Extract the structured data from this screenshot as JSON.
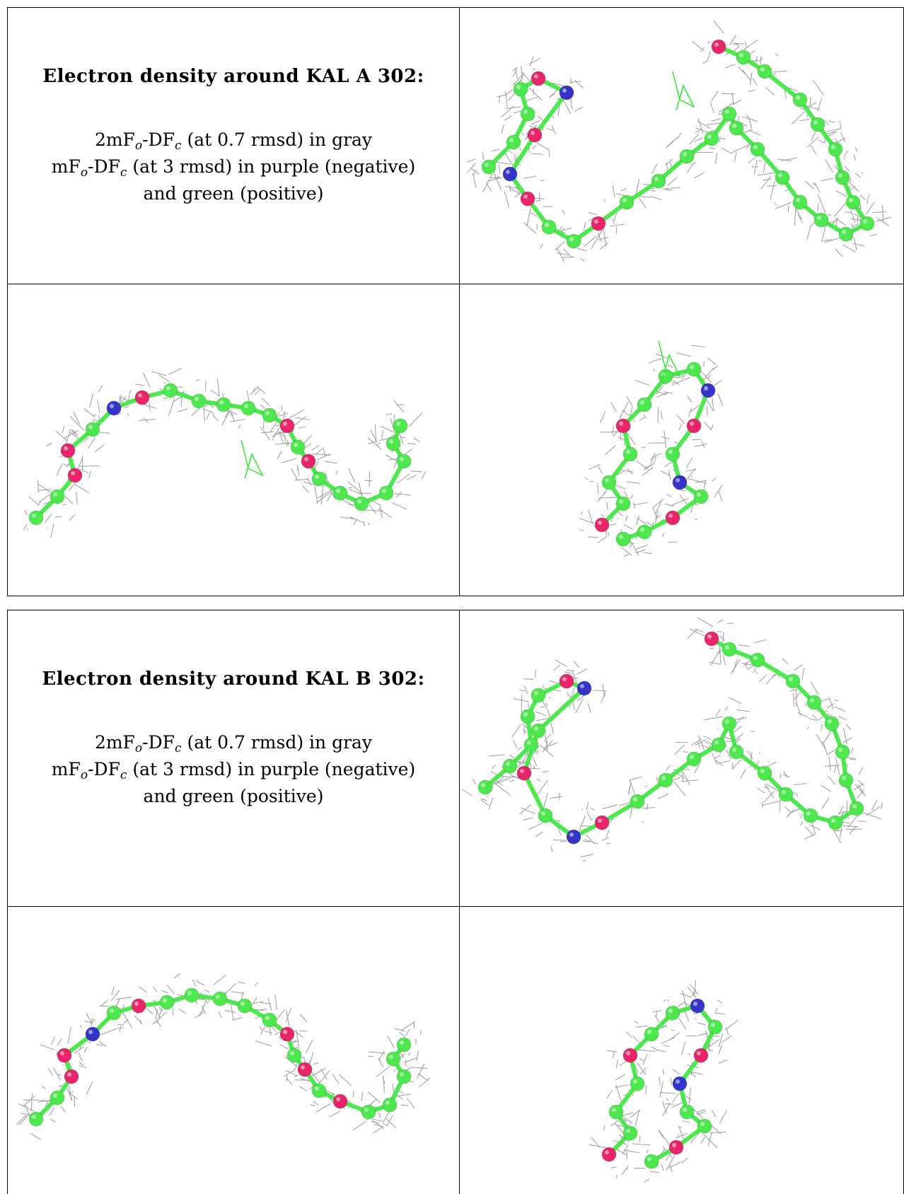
{
  "panels": [
    {
      "title": "Electron density around KAL A 302:",
      "legend": [
        {
          "pre": "2mF",
          "s1": "o",
          "mid": "-DF",
          "s2": "c",
          "post": " (at 0.7 rmsd) in gray"
        },
        {
          "pre": "mF",
          "s1": "o",
          "mid": "-DF",
          "s2": "c",
          "post": " (at 3 rmsd) in purple (negative)"
        },
        {
          "plain": "and green (positive)"
        }
      ]
    },
    {
      "title": "Electron density around KAL B 302:",
      "legend": [
        {
          "pre": "2mF",
          "s1": "o",
          "mid": "-DF",
          "s2": "c",
          "post": " (at 0.7 rmsd) in gray"
        },
        {
          "pre": "mF",
          "s1": "o",
          "mid": "-DF",
          "s2": "c",
          "post": " (at 3 rmsd) in purple (negative)"
        },
        {
          "plain": "and green (positive)"
        }
      ]
    }
  ],
  "colors": {
    "carbon": "#4de84d",
    "oxygen": "#e8246a",
    "nitrogen": "#3434c8",
    "mesh": "#8a8a8a",
    "positive_density": "#2ee82e"
  }
}
